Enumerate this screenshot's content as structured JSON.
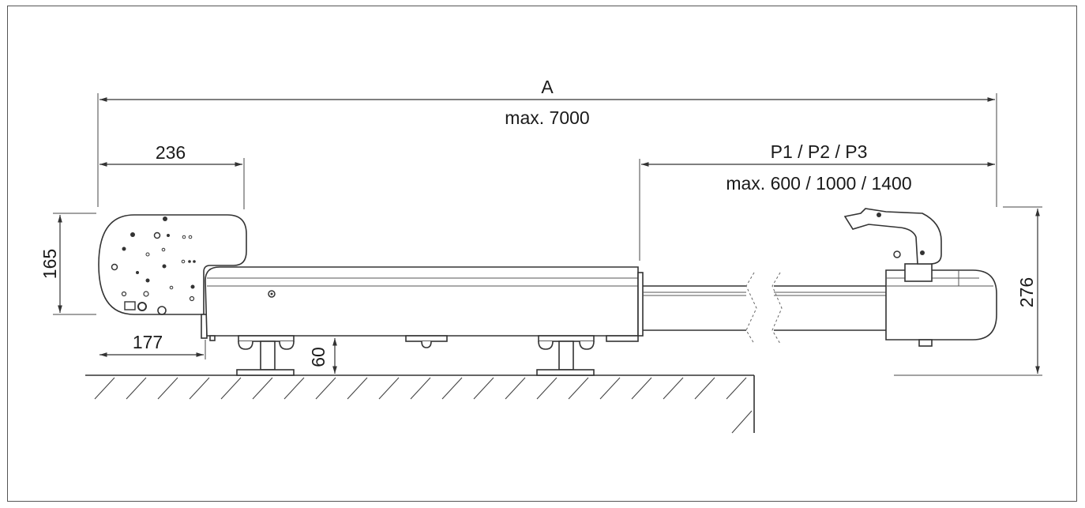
{
  "dimensions": {
    "overall_label": "A",
    "overall_max": "max. 7000",
    "stroke_label": "P1 / P2 / P3",
    "stroke_max": "max. 600 / 1000 / 1400",
    "motor_width": "236",
    "motor_height": "165",
    "motor_base": "177",
    "foot_height": "60",
    "total_height": "276"
  },
  "colors": {
    "line": "#333333",
    "frame": "#555555"
  }
}
